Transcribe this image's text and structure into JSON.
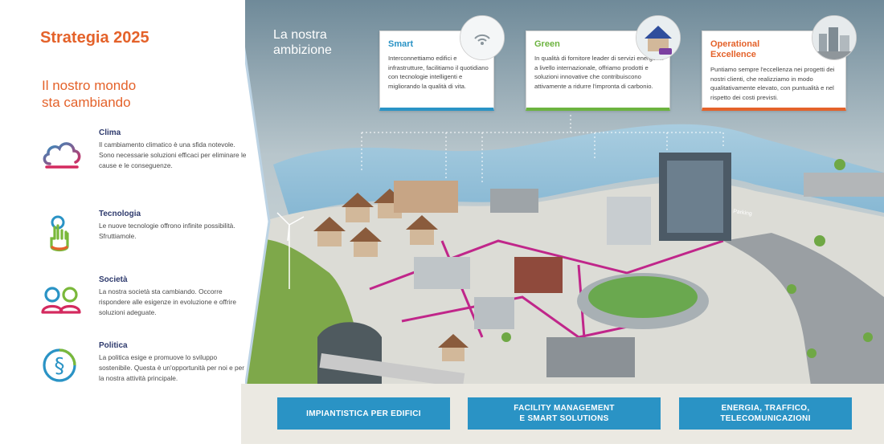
{
  "left": {
    "title": "Strategia 2025",
    "subtitle_line1": "Il nostro mondo",
    "subtitle_line2": "sta cambiando",
    "topics": [
      {
        "title": "Clima",
        "text": "Il cambiamento climatico è una sfida notevole. Sono necessarie soluzioni efficaci per eliminare le cause e le conseguenze.",
        "icon": "cloud-icon"
      },
      {
        "title": "Tecnologia",
        "text": "Le nuove tecnologie offrono infinite possibilità. Sfruttiamole.",
        "icon": "touch-hand-icon"
      },
      {
        "title": "Società",
        "text": "La nostra società sta cambiando. Occorre rispondere alle esigenze in evoluzione e offrire soluzioni adeguate.",
        "icon": "people-icon"
      },
      {
        "title": "Politica",
        "text": "La politica esige e promuove lo sviluppo sostenibile. Questa è un'opportunità per noi e per la nostra attività principale.",
        "icon": "paragraph-icon"
      }
    ]
  },
  "scene": {
    "ambition_line1": "La nostra",
    "ambition_line2": "ambizione",
    "parking_sign": "Parking",
    "cards": [
      {
        "title": "Smart",
        "title_line2": "",
        "text": "Interconnettiamo edifici e infrastrutture, facilitiamo il quotidiano con tecnologie intelligenti e migliorando la qualità di vita.",
        "color": "#2a93c5"
      },
      {
        "title": "Green",
        "title_line2": "",
        "text": "In qualità di fornitore leader di servizi energetici a livello internazionale, offriamo prodotti e soluzioni innovative che contribuiscono attivamente a ridurre l'impronta di carbonio.",
        "color": "#6cb33f"
      },
      {
        "title": "Operational",
        "title_line2": "Excellence",
        "text": "Puntiamo sempre l'eccellenza nei progetti dei nostri clienti, che realizziamo in modo qualitativamente elevato, con puntualità e nel rispetto dei costi previsti.",
        "color": "#e4622a"
      }
    ]
  },
  "buttons": {
    "b1": "IMPIANTISTICA PER EDIFICI",
    "b2_line1": "FACILITY MANAGEMENT",
    "b2_line2": "E SMART SOLUTIONS",
    "b3_line1": "ENERGIA, TRAFFICO,",
    "b3_line2": "TELECOMUNICAZIONI"
  }
}
